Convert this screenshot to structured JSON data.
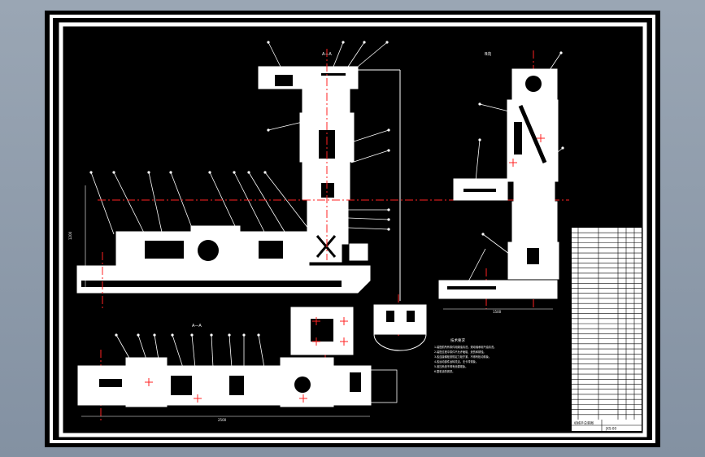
{
  "drawing": {
    "view_labels": {
      "front": "A—A",
      "side": "B向",
      "plan": "A—A"
    },
    "dimensions": {
      "front_height": "1200",
      "side_base": "1500",
      "plan_length": "2500"
    },
    "tech_notes": {
      "title": "技术要求",
      "lines": [
        "1.装配前所有零件用煤油清洗，滚动轴承用汽油清洗。",
        "2.装配过程中零件不允许磕碰、划伤和锈蚀。",
        "3.各连接螺栓按规定力矩拧紧，不得有松动现象。",
        "4.各运动部件运转灵活，无卡滞现象。",
        "5.液压系统不得有渗漏现象。",
        "6.整机涂防锈漆。"
      ]
    },
    "title_block": {
      "name": "机械手总装图",
      "code": "JXS-00"
    }
  },
  "colors": {
    "background": "#8a97a8",
    "frame_outer": "#000000",
    "drawing_bg": "#000000",
    "line": "#ffffff",
    "center_line": "#ff2222"
  }
}
